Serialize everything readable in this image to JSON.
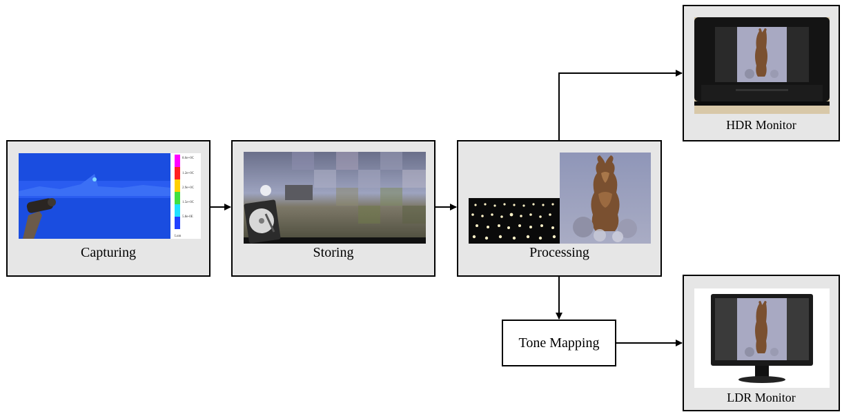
{
  "pipeline": {
    "capturing": {
      "label": "Capturing"
    },
    "storing": {
      "label": "Storing"
    },
    "processing": {
      "label": "Processing"
    },
    "tone_mapping": {
      "label": "Tone Mapping"
    },
    "hdr_monitor": {
      "label": "HDR Monitor"
    },
    "ldr_monitor": {
      "label": "LDR Monitor"
    }
  },
  "luminance_scale": {
    "ticks": [
      "8.6e+0C",
      "1.2e+0C",
      "2.9e+0C",
      "1.5e+0C",
      "5.8e-0E"
    ],
    "unit": "Lum",
    "colors": [
      "#ff00ff",
      "#ff0000",
      "#ffff00",
      "#00ff00",
      "#00ffff",
      "#0000ff"
    ]
  },
  "colors": {
    "box_fill": "#e6e6e6",
    "stroke": "#000000",
    "false_color_blue": "#1a4de0"
  }
}
